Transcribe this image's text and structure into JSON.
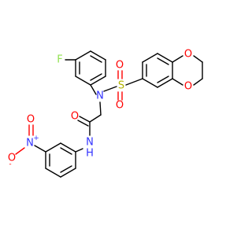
{
  "atoms": {
    "F": {
      "symbol": "F",
      "color": "#90e050"
    },
    "S": {
      "symbol": "S",
      "color": "#b3b300"
    },
    "N_sulfonamide": {
      "symbol": "N",
      "color": "#3333ff"
    },
    "O_s1": {
      "symbol": "O",
      "color": "#ff0000"
    },
    "O_s2": {
      "symbol": "O",
      "color": "#ff0000"
    },
    "O_dioxin1": {
      "symbol": "O",
      "color": "#ff0000"
    },
    "O_dioxin2": {
      "symbol": "O",
      "color": "#ff0000"
    },
    "O_amide": {
      "symbol": "O",
      "color": "#ff0000"
    },
    "N_amide": {
      "symbol": "N",
      "color": "#3333ff"
    },
    "H_amide": {
      "symbol": "H",
      "color": "#3333ff"
    },
    "N_nitro": {
      "symbol": "N",
      "color": "#3333ff"
    },
    "N_nitro_charge": {
      "symbol": "+",
      "color": "#3333ff"
    },
    "O_nitro1": {
      "symbol": "O",
      "color": "#ff0000"
    },
    "O_nitro1_charge": {
      "symbol": "-",
      "color": "#ff0000"
    },
    "O_nitro2": {
      "symbol": "O",
      "color": "#ff0000"
    }
  },
  "colors": {
    "bond": "#000000",
    "nitrogen": "#3333ff",
    "oxygen": "#ff0000",
    "sulfur": "#b3b300",
    "fluorine": "#90e050",
    "background": "#ffffff"
  }
}
